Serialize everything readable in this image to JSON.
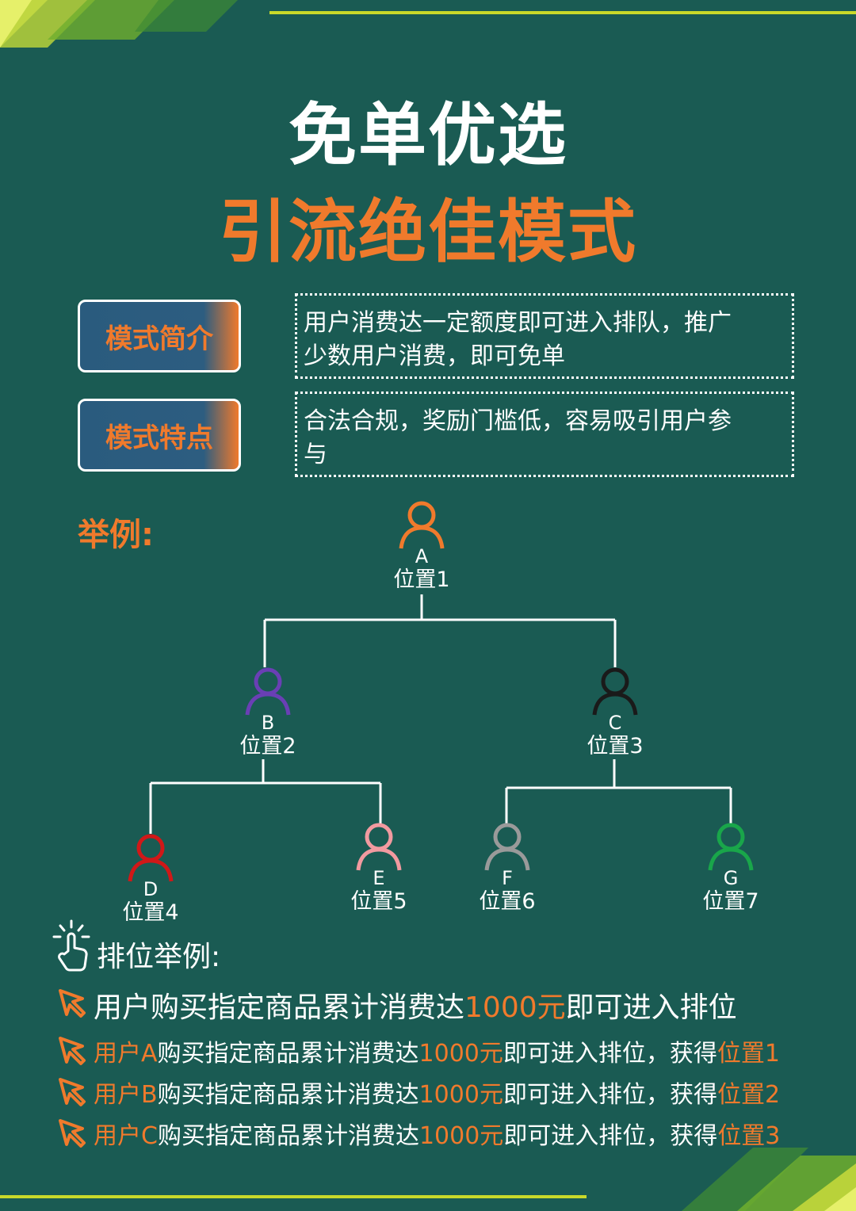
{
  "title": {
    "line1": "免单优选",
    "line2": "引流绝佳模式"
  },
  "intro": {
    "label": "模式简介",
    "text_line1": "用户消费达一定额度即可进入排队，推广",
    "text_line2": "少数用户消费，即可免单"
  },
  "features": {
    "label": "模式特点",
    "text_line1": "合法合规，奖励门槛低，容易吸引用户参",
    "text_line2": "与"
  },
  "example_label": "举例:",
  "tree": {
    "nodes": [
      {
        "letter": "A",
        "position": "位置1",
        "color": "#f07a2c"
      },
      {
        "letter": "B",
        "position": "位置2",
        "color": "#6a3fb5"
      },
      {
        "letter": "C",
        "position": "位置3",
        "color": "#1a1a1a"
      },
      {
        "letter": "D",
        "position": "位置4",
        "color": "#d01818"
      },
      {
        "letter": "E",
        "position": "位置5",
        "color": "#f29aa0"
      },
      {
        "letter": "F",
        "position": "位置6",
        "color": "#9a9a9a"
      },
      {
        "letter": "G",
        "position": "位置7",
        "color": "#19a64a"
      }
    ]
  },
  "ranking": {
    "title": "排位举例:",
    "intro": {
      "a": "用户购买指定商品累计消费达",
      "b": "1000元",
      "c": "即可进入排位"
    },
    "items": [
      {
        "user": "用户A",
        "mid": "购买指定商品累计消费达",
        "amount": "1000元",
        "tail": "即可进入排位，获得",
        "pos": "位置1"
      },
      {
        "user": "用户B",
        "mid": "购买指定商品累计消费达",
        "amount": "1000元",
        "tail": "即可进入排位，获得",
        "pos": "位置2"
      },
      {
        "user": "用户C",
        "mid": "购买指定商品累计消费达",
        "amount": "1000元",
        "tail": "即可进入排位，获得",
        "pos": "位置3"
      }
    ]
  },
  "colors": {
    "background": "#1a5b53",
    "accent": "#f07a2c",
    "rule": "#c9d92a"
  },
  "icons": {
    "hand": "pointing-hand-icon",
    "arrow": "cursor-arrow-icon",
    "person": "person-outline-icon"
  }
}
